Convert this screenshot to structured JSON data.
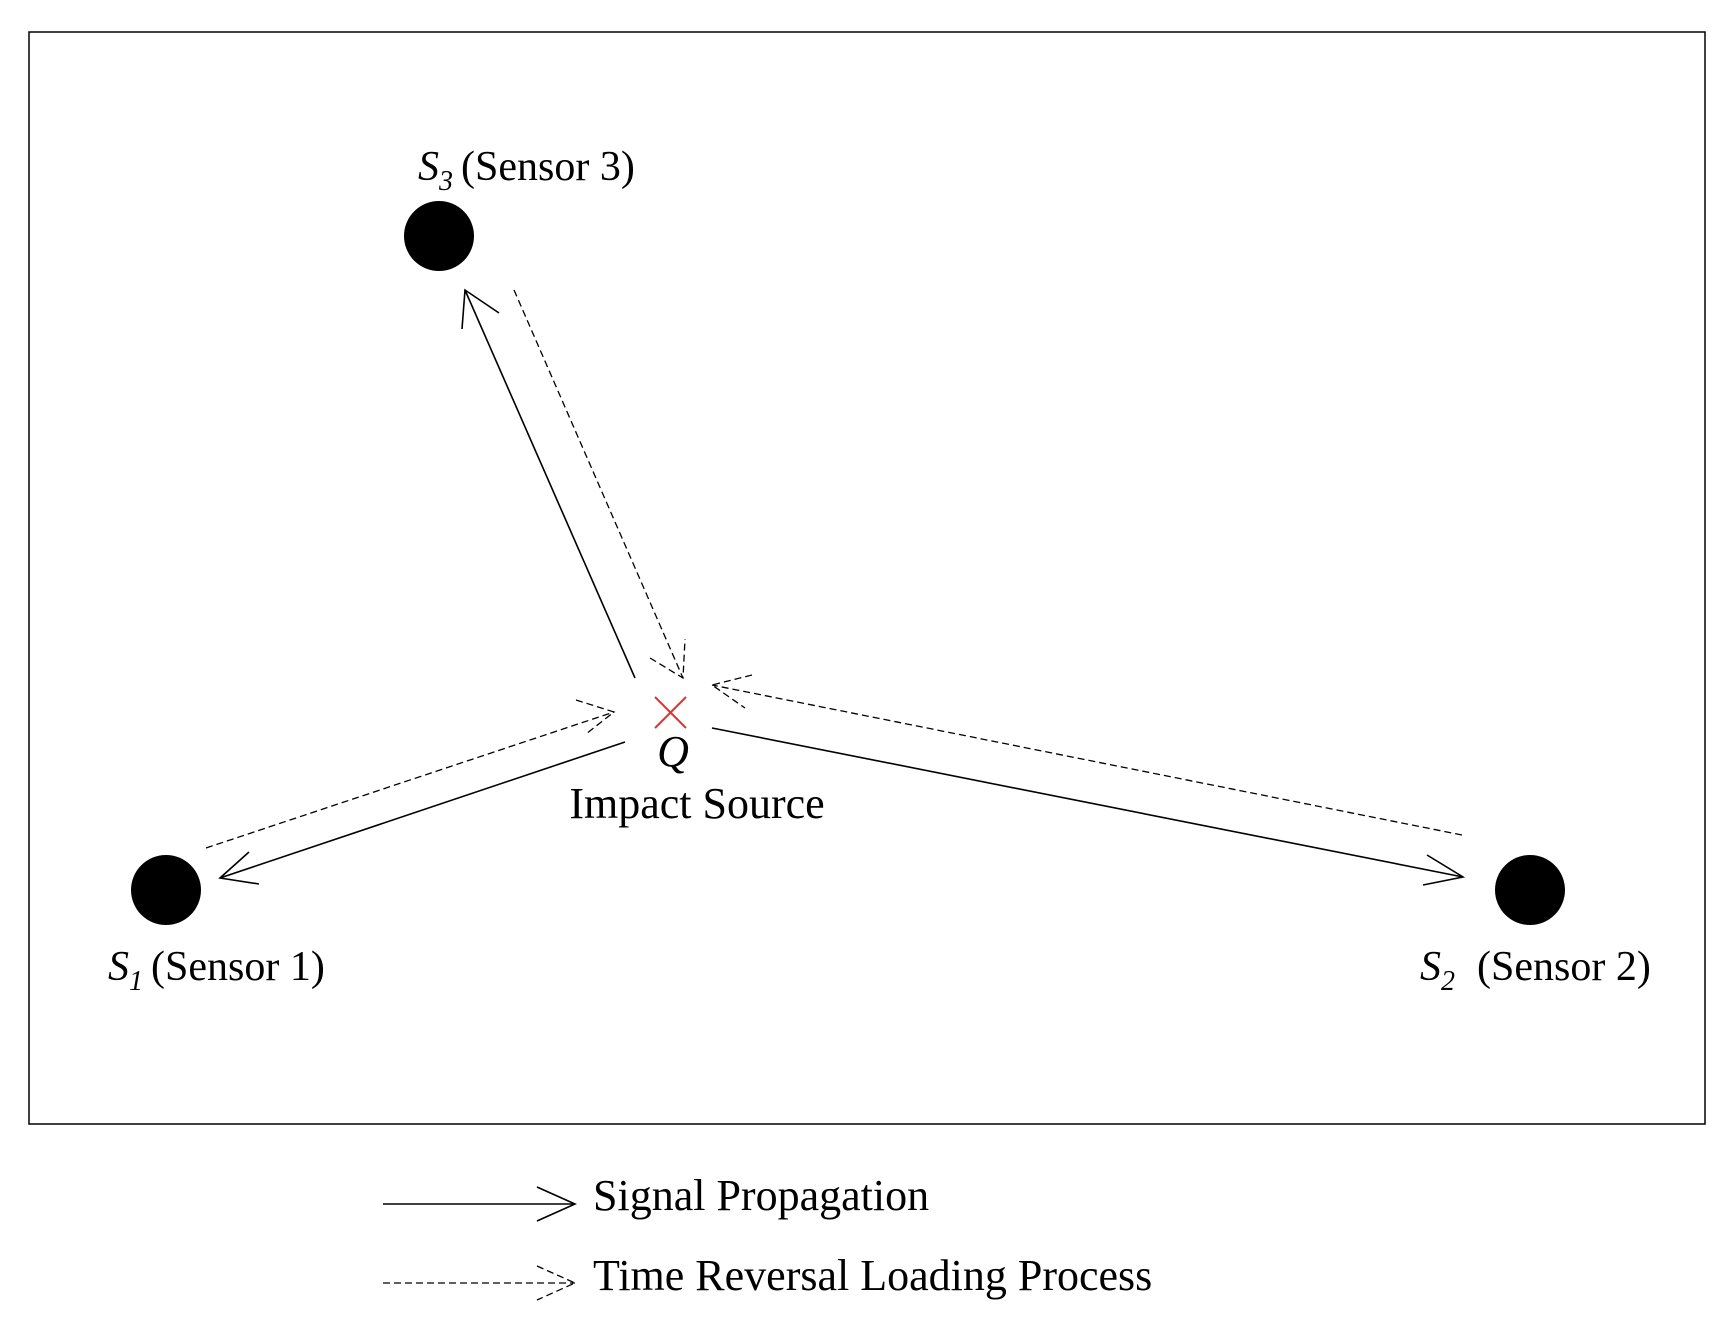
{
  "sensors": [
    {
      "symbol": "S",
      "subscript": "1",
      "label": "(Sensor 1)"
    },
    {
      "symbol": "S",
      "subscript": "2",
      "label": "(Sensor 2)"
    },
    {
      "symbol": "S",
      "subscript": "3",
      "label": "(Sensor 3)"
    }
  ],
  "source": {
    "symbol": "Q",
    "label": "Impact Source",
    "marker_color": "#e8312f"
  },
  "legend": {
    "solid": "Signal Propagation",
    "dashed": "Time Reversal Loading Process"
  }
}
